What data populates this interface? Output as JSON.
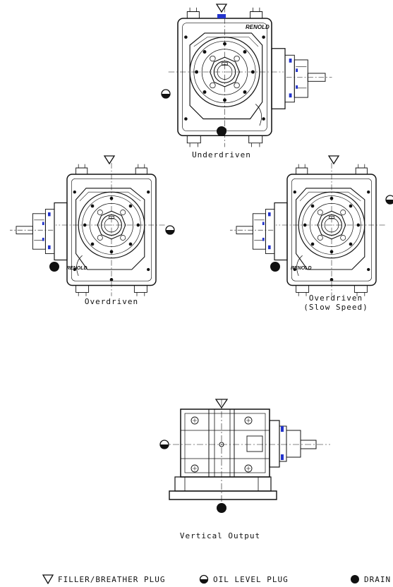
{
  "views": {
    "underdriven": {
      "caption": "Underdriven"
    },
    "overdriven": {
      "caption": "Overdriven"
    },
    "overdriven_slow": {
      "caption_line1": "Overdriven",
      "caption_line2": "(Slow Speed)"
    },
    "vertical": {
      "caption": "Vertical Output"
    }
  },
  "brand_text": "RENOLD",
  "legend": {
    "filler": {
      "label": "FILLER/BREATHER PLUG",
      "icon": "triangle-down-outline"
    },
    "oil": {
      "label": "OIL LEVEL PLUG",
      "icon": "half-filled-circle"
    },
    "drain": {
      "label": "DRAIN",
      "icon": "filled-circle"
    }
  },
  "colors": {
    "line": "#111111",
    "accent": "#2233cc"
  }
}
